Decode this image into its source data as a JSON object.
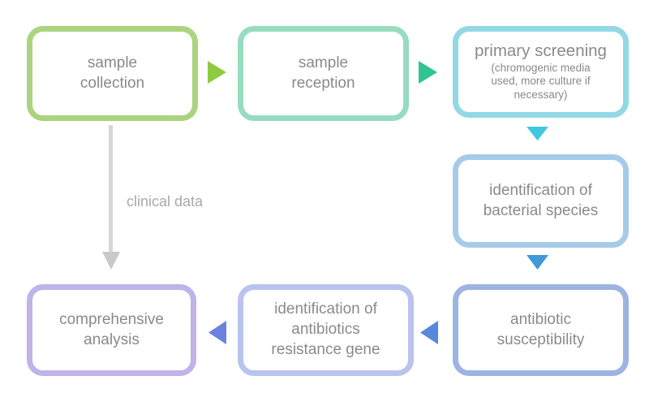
{
  "diagram": {
    "type": "flowchart",
    "background_color": "#ffffff",
    "text_color": "#8a8a8a",
    "boxes": [
      {
        "id": "sample-collection",
        "label": "sample\ncollection",
        "border_color": "#abd47e"
      },
      {
        "id": "sample-reception",
        "label": "sample\nreception",
        "border_color": "#98dcc0"
      },
      {
        "id": "primary-screening",
        "label": "primary screening",
        "sublabel": "(chromogenic media\nused, more culture if\nnecessary)",
        "border_color": "#92d8e5"
      },
      {
        "id": "identification-of-bacterial-species",
        "label": "identification of\nbacterial species",
        "border_color": "#a6cbe9"
      },
      {
        "id": "antibiotic-susceptibility",
        "label": "antibiotic\nsusceptibility",
        "border_color": "#9db4e2"
      },
      {
        "id": "identification-of-antibiotics-resistance-gene",
        "label": "identification of\nantibiotics\nresistance gene",
        "border_color": "#b9c3ee"
      },
      {
        "id": "comprehensive-analysis",
        "label": "comprehensive\nanalysis",
        "border_color": "#bfb3e8"
      }
    ],
    "arrows": [
      {
        "from": "sample-collection",
        "to": "sample-reception",
        "direction": "right",
        "color": "#8fcb3f"
      },
      {
        "from": "sample-reception",
        "to": "primary-screening",
        "direction": "right",
        "color": "#2fc492"
      },
      {
        "from": "primary-screening",
        "to": "identification-of-bacterial-species",
        "direction": "down",
        "color": "#40c7e2"
      },
      {
        "from": "identification-of-bacterial-species",
        "to": "antibiotic-susceptibility",
        "direction": "down",
        "color": "#3f99da"
      },
      {
        "from": "antibiotic-susceptibility",
        "to": "identification-of-antibiotics-resistance-gene",
        "direction": "left",
        "color": "#5788db"
      },
      {
        "from": "identification-of-antibiotics-resistance-gene",
        "to": "comprehensive-analysis",
        "direction": "left",
        "color": "#6c80e0"
      },
      {
        "from": "sample-collection",
        "to": "comprehensive-analysis",
        "direction": "down",
        "color": "#d6d6d6",
        "label": "clinical data"
      }
    ]
  }
}
